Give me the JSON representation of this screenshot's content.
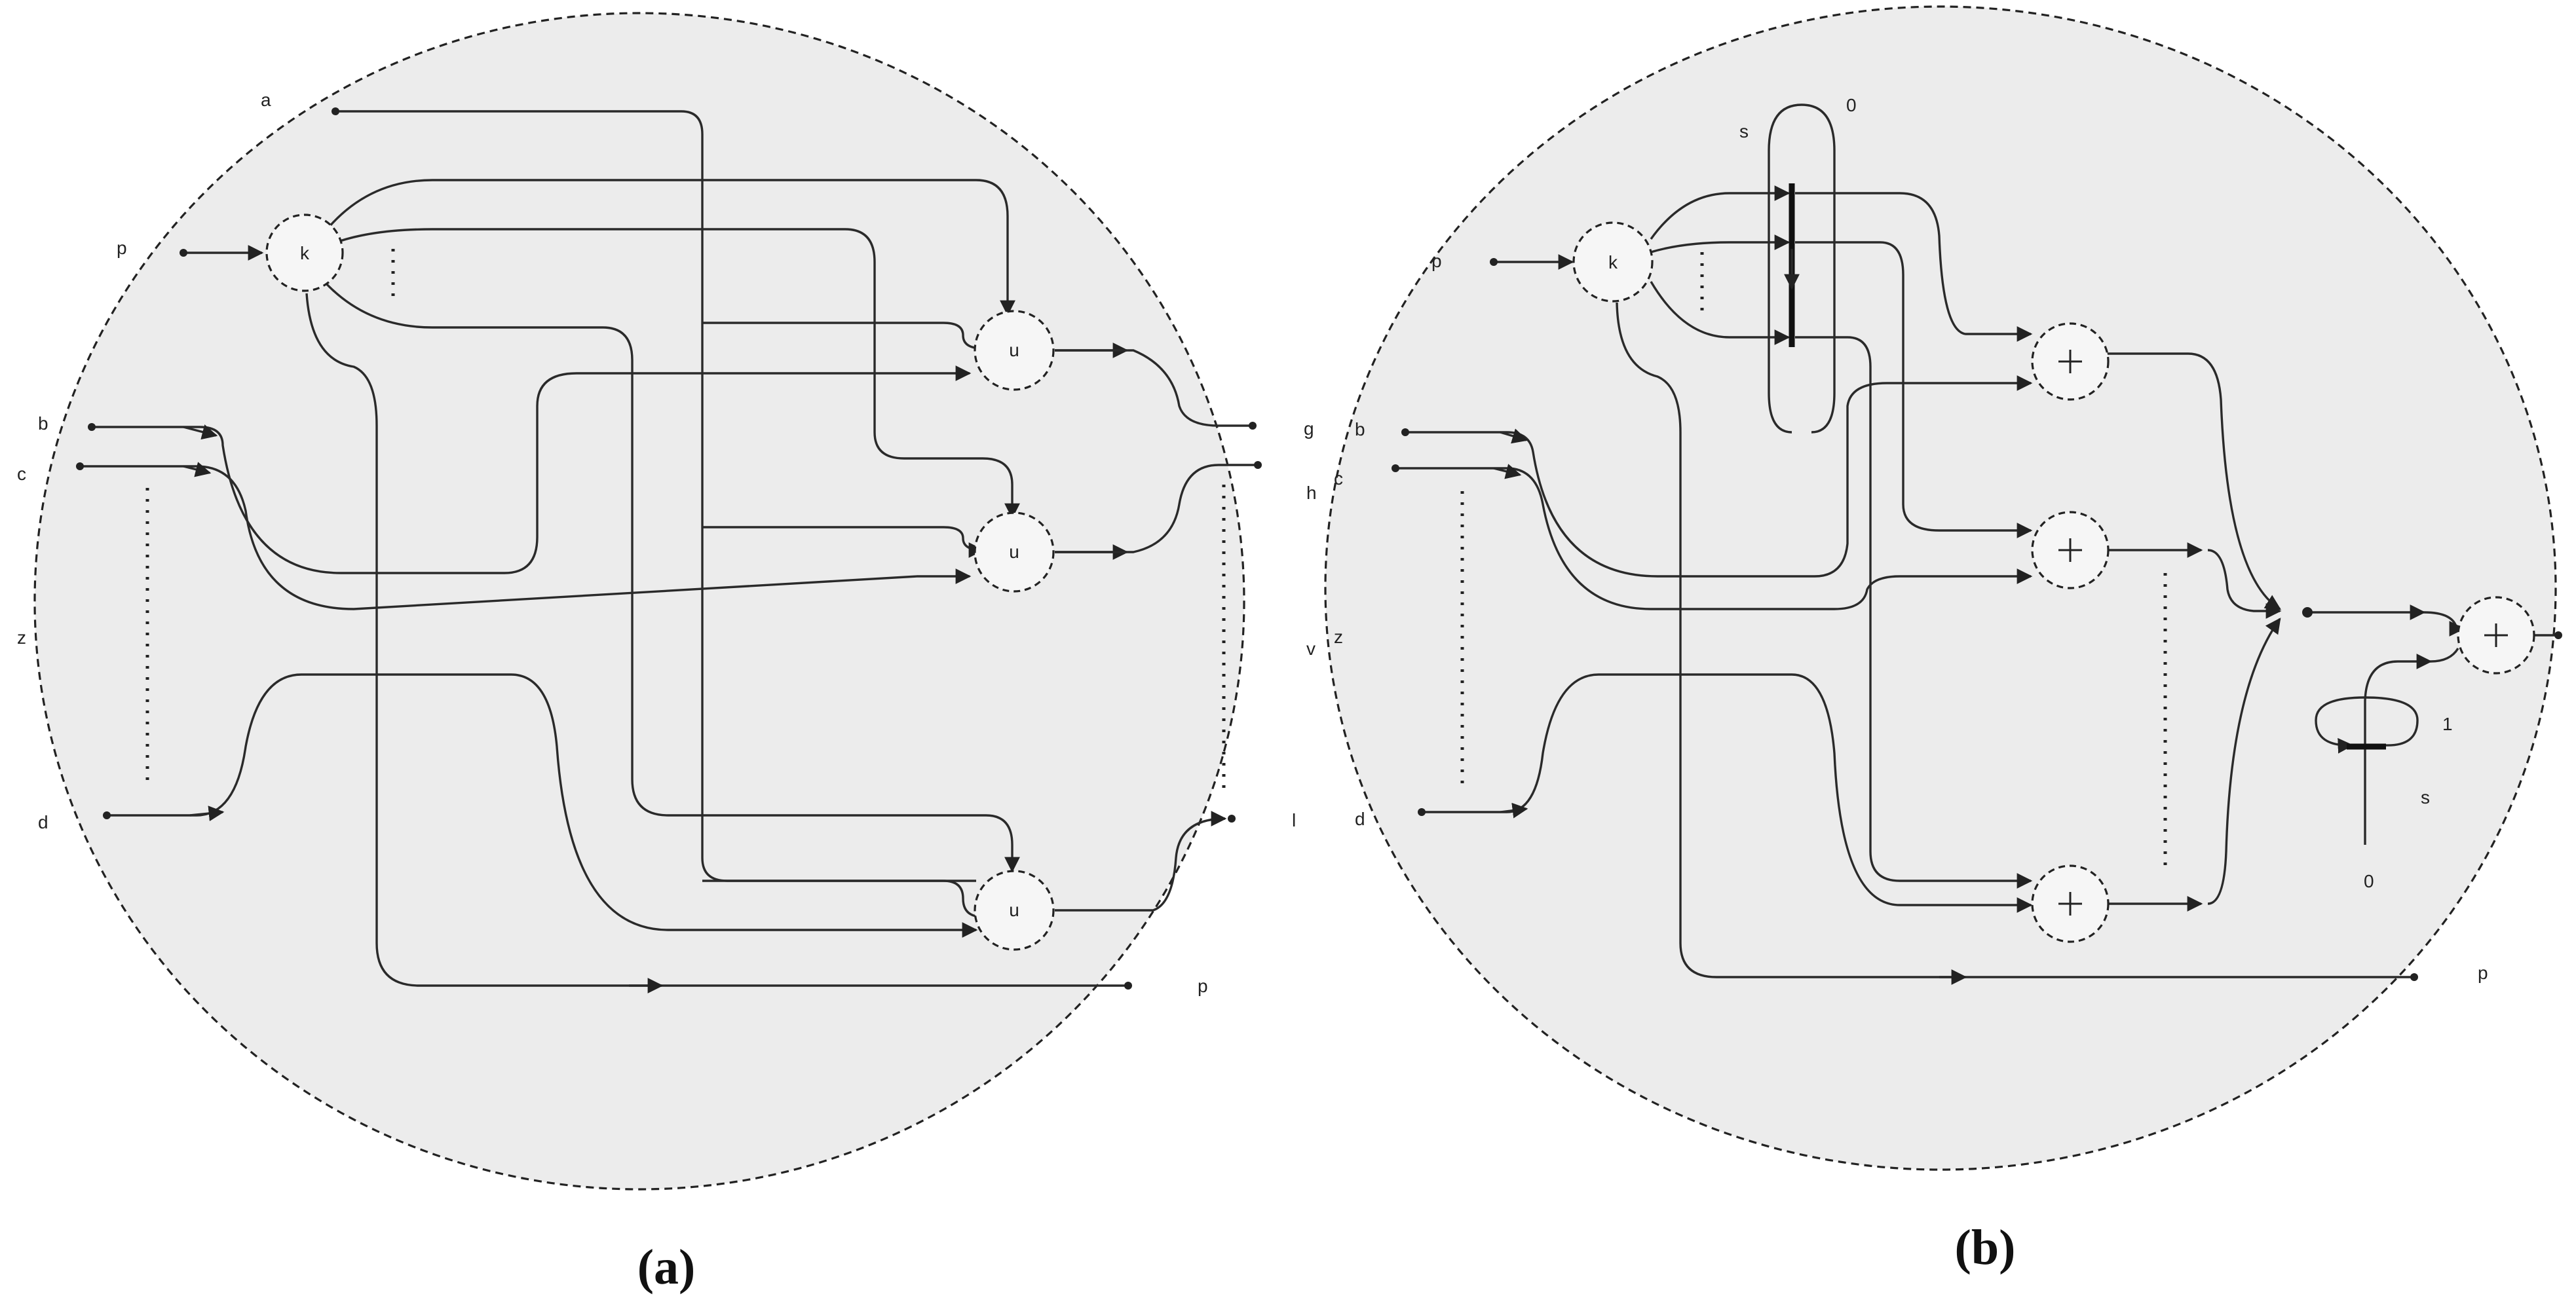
{
  "panel_a": {
    "caption": "(a)",
    "labels": {
      "a": "a",
      "p_in": "p",
      "b": "b",
      "c": "c",
      "z": "z",
      "d": "d",
      "g": "g",
      "h": "h",
      "v": "v",
      "l": "l",
      "p_out": "p"
    },
    "nodes": {
      "k": "k",
      "u1": "u",
      "u2": "u",
      "u3": "u"
    }
  },
  "panel_b": {
    "caption": "(b)",
    "labels": {
      "s_top": "s",
      "zero_top": "0",
      "p_in": "p",
      "b": "b",
      "c": "c",
      "z": "z",
      "d": "d",
      "p_out": "p",
      "one": "1",
      "s_bottom": "s",
      "zero_bottom": "0"
    },
    "nodes": {
      "k": "k"
    }
  }
}
